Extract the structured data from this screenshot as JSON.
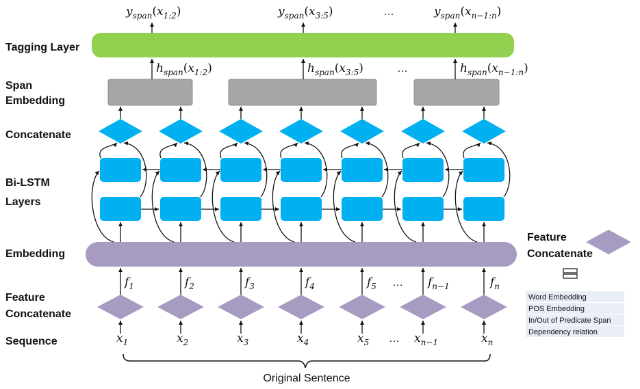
{
  "labels": {
    "tagging_layer": "Tagging Layer",
    "span_embedding_1": "Span",
    "span_embedding_2": "Embedding",
    "concatenate": "Concatenate",
    "bilstm_1": "Bi-LSTM",
    "bilstm_2": "Layers",
    "embedding": "Embedding",
    "feature_concatenate_1": "Feature",
    "feature_concatenate_2": "Concatenate",
    "sequence": "Sequence"
  },
  "outputs": [
    {
      "base": "y",
      "sub": "span",
      "arg": "x",
      "argsub": "1:2"
    },
    {
      "base": "y",
      "sub": "span",
      "arg": "x",
      "argsub": "3:5"
    },
    {
      "base": "y",
      "sub": "span",
      "arg": "x",
      "argsub": "n−1:n"
    }
  ],
  "spans": [
    {
      "base": "h",
      "sub": "span",
      "arg": "x",
      "argsub": "1:2"
    },
    {
      "base": "h",
      "sub": "span",
      "arg": "x",
      "argsub": "3:5"
    },
    {
      "base": "h",
      "sub": "span",
      "arg": "x",
      "argsub": "n−1:n"
    }
  ],
  "features": [
    {
      "base": "f",
      "sub": "1"
    },
    {
      "base": "f",
      "sub": "2"
    },
    {
      "base": "f",
      "sub": "3"
    },
    {
      "base": "f",
      "sub": "4"
    },
    {
      "base": "f",
      "sub": "5"
    },
    {
      "base": "f",
      "sub": "n−1"
    },
    {
      "base": "f",
      "sub": "n"
    }
  ],
  "tokens": [
    {
      "base": "x",
      "sub": "1"
    },
    {
      "base": "x",
      "sub": "2"
    },
    {
      "base": "x",
      "sub": "3"
    },
    {
      "base": "x",
      "sub": "4"
    },
    {
      "base": "x",
      "sub": "5"
    },
    {
      "base": "x",
      "sub": "n−1"
    },
    {
      "base": "x",
      "sub": "n"
    }
  ],
  "ellipsis": "…",
  "legend": {
    "title_1": "Feature",
    "title_2": "Concatenate",
    "items": [
      "Word Embedding",
      "POS Embedding",
      "In/Out of Predicate Span",
      "Dependency relation"
    ]
  },
  "caption": "Original Sentence",
  "colors": {
    "tagging": "#92d050",
    "span": "#a6a6a6",
    "diamond_blue": "#00b0f0",
    "lstm": "#00b0f0",
    "embedding": "#a89bc2",
    "feature_diamond": "#a89bc2",
    "legend_row": "#e9edf6"
  }
}
